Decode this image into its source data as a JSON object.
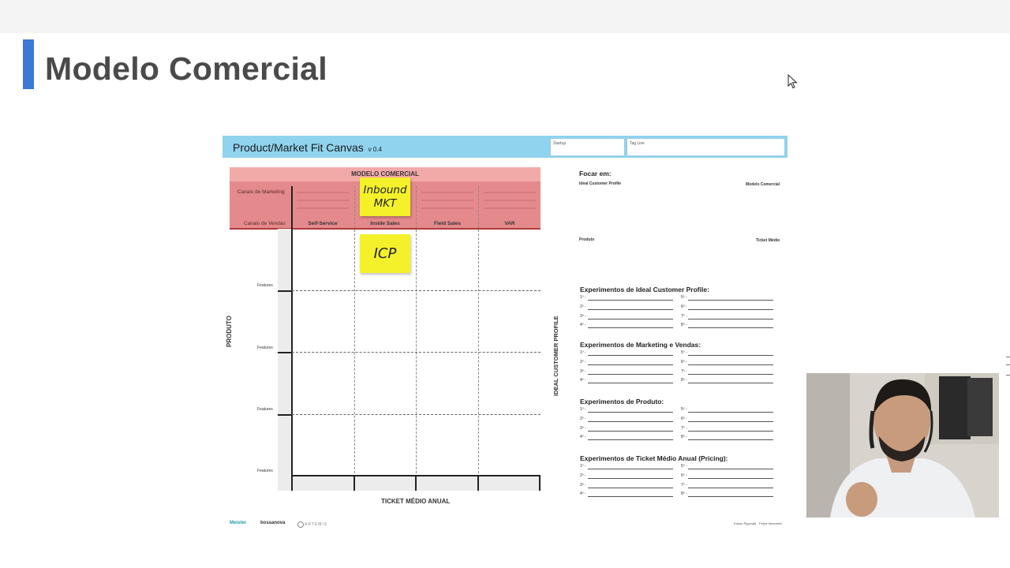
{
  "slide": {
    "title": "Modelo Comercial"
  },
  "canvas": {
    "title": "Product/Market Fit Canvas",
    "version": "v 0.4",
    "startup_label": "Startup",
    "tagline_label": "Tag Line",
    "modelo_comercial": "MODELO COMERCIAL",
    "canais_marketing": "Canais de Marketing",
    "canais_vendas": "Canais de Vendas",
    "columns": [
      "Self-Service",
      "Inside Sales",
      "Field Sales",
      "VAR"
    ],
    "features_label": "Features",
    "produto": "PRODUTO",
    "ticket_medio_anual": "TICKET MÉDIO ANUAL",
    "ideal_customer_profile": "IDEAL CUSTOMER PROFILE",
    "sticky_marketing": "Inbound MKT",
    "sticky_icp": "ICP",
    "focar": {
      "title": "Focar em:",
      "icp": "Ideal Customer Profile",
      "modelo": "Modelo Comercial",
      "produto": "Produto",
      "ticket": "Ticket Médio"
    },
    "experiments": [
      "Experimentos de Ideal Customer Profile:",
      "Experimentos de Marketing e Vendas:",
      "Experimentos de Produto:",
      "Experimentos de Ticket Médio Anual (Pricing):"
    ],
    "numbers_left": [
      "1º -",
      "2º -",
      "3º -",
      "4º -"
    ],
    "numbers_right": [
      "5º -",
      "6º -",
      "7º -",
      "8º -"
    ],
    "logos": [
      "Meister",
      "bossanova",
      "ARTEMIS"
    ],
    "credits": [
      "Edson Rigonatti",
      "Felipe Marchetti"
    ]
  },
  "colors": {
    "accent_bar": "#3b78d8",
    "header_blue": "#8fd3ef",
    "modelo_red": "#e48a8c",
    "sticky_yellow": "#f4f12a"
  }
}
